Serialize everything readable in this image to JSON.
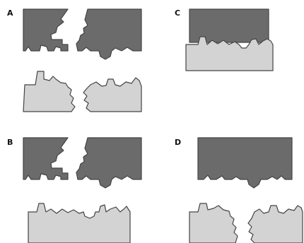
{
  "panels": [
    {
      "label": "A"
    },
    {
      "label": "B"
    },
    {
      "label": "C"
    },
    {
      "label": "D"
    }
  ],
  "colors": {
    "dark_piece": "#6b6b6b",
    "light_piece": "#d3d3d3",
    "outline": "#444444",
    "label": "#111111"
  }
}
